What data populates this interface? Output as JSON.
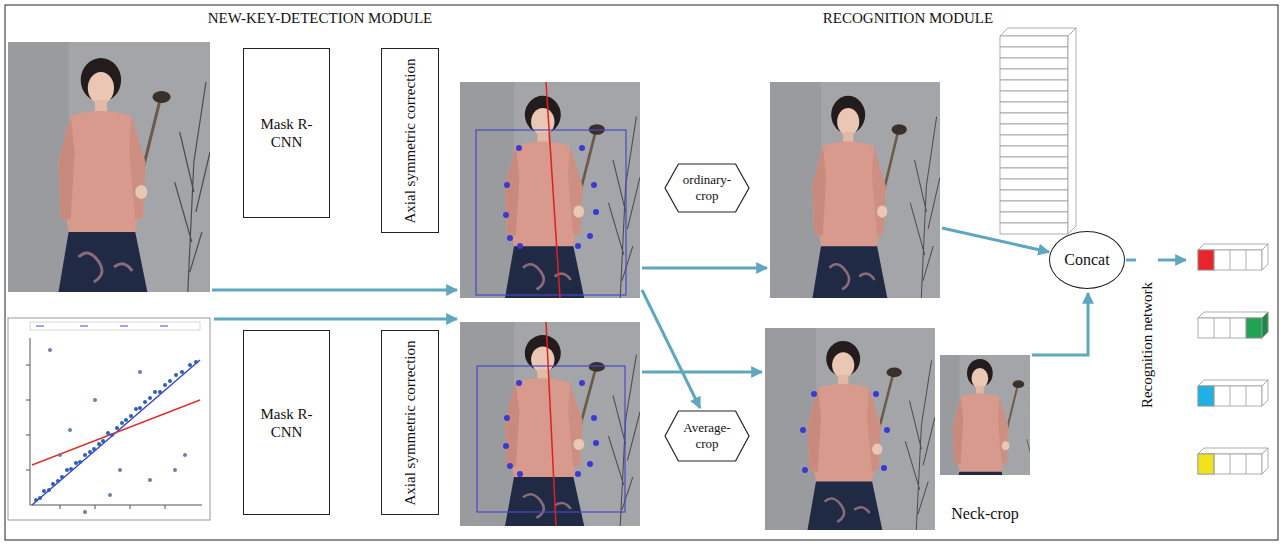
{
  "diagram": {
    "nodes": [
      {
        "text": [
          "Mask R-CNN"
        ]
      },
      {
        "text": [
          "Axial symmetric correction"
        ]
      },
      {
        "text": [
          "Mask R-CNN"
        ]
      },
      {
        "text": [
          "Axial symmetric correction"
        ]
      },
      {
        "text": [
          "ordinary-crop"
        ]
      },
      {
        "text": [
          "Average-crop"
        ]
      },
      {
        "text": [
          "Concat"
        ]
      }
    ],
    "labels": [
      "NEW-KEY-DETECTION MODULE",
      "RECOGNITION MODULE",
      "Neck-crop",
      "Recognition network"
    ]
  }
}
